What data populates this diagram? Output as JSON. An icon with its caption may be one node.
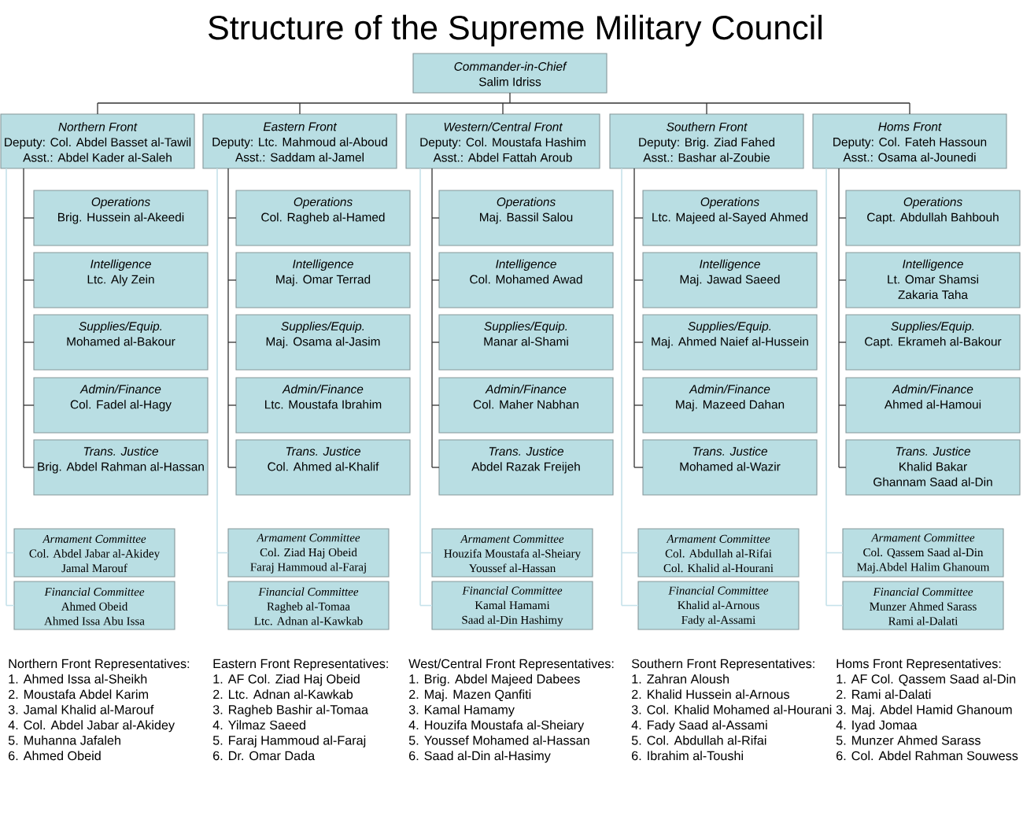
{
  "diagram": {
    "title": "Structure of the Supreme Military Council",
    "nodes": [
      {
        "text": [
          "Commander-in-Chief",
          "Salim Idriss"
        ]
      },
      {
        "text": [
          "Northern Front",
          "Deputy: Col. Abdel Basset al-Tawil",
          "Asst.: Abdel Kader al-Saleh"
        ]
      },
      {
        "text": [
          "Operations",
          "Brig. Hussein al-Akeedi"
        ]
      },
      {
        "text": [
          "Intelligence",
          "Ltc. Aly Zein"
        ]
      },
      {
        "text": [
          "Supplies/Equip.",
          "Mohamed al-Bakour"
        ]
      },
      {
        "text": [
          "Admin/Finance",
          "Col. Fadel al-Hagy"
        ]
      },
      {
        "text": [
          "Trans. Justice",
          "Brig. Abdel Rahman al-Hassan"
        ]
      },
      {
        "text": [
          "Armament Committee",
          "Col. Abdel Jabar al-Akidey",
          "Jamal Marouf"
        ]
      },
      {
        "text": [
          "Financial Committee",
          "Ahmed Obeid",
          "Ahmed Issa Abu Issa"
        ]
      },
      {
        "text": [
          "Eastern Front",
          "Deputy: Ltc. Mahmoud al-Aboud",
          "Asst.: Saddam al-Jamel"
        ]
      },
      {
        "text": [
          "Operations",
          "Col. Ragheb al-Hamed"
        ]
      },
      {
        "text": [
          "Intelligence",
          "Maj. Omar Terrad"
        ]
      },
      {
        "text": [
          "Supplies/Equip.",
          "Maj. Osama al-Jasim"
        ]
      },
      {
        "text": [
          "Admin/Finance",
          "Ltc. Moustafa Ibrahim"
        ]
      },
      {
        "text": [
          "Trans. Justice",
          "Col. Ahmed al-Khalif"
        ]
      },
      {
        "text": [
          "Armament Committee",
          "Col. Ziad Haj Obeid",
          "Faraj Hammoud al-Faraj"
        ]
      },
      {
        "text": [
          "Financial Committee",
          "Ragheb al-Tomaa",
          "Ltc. Adnan al-Kawkab"
        ]
      },
      {
        "text": [
          "Western/Central Front",
          "Deputy: Col. Moustafa Hashim",
          "Asst.: Abdel Fattah Aroub"
        ]
      },
      {
        "text": [
          "Operations",
          "Maj. Bassil Salou"
        ]
      },
      {
        "text": [
          "Intelligence",
          "Col. Mohamed Awad"
        ]
      },
      {
        "text": [
          "Supplies/Equip.",
          "Manar al-Shami"
        ]
      },
      {
        "text": [
          "Admin/Finance",
          "Col. Maher Nabhan"
        ]
      },
      {
        "text": [
          "Trans. Justice",
          "Abdel Razak Freijeh"
        ]
      },
      {
        "text": [
          "Armament Committee",
          "Houzifa Moustafa al-Sheiary",
          "Youssef al-Hassan"
        ]
      },
      {
        "text": [
          "Financial Committee",
          "Kamal Hamami",
          "Saad al-Din Hashimy"
        ]
      },
      {
        "text": [
          "Southern Front",
          "Deputy: Brig. Ziad Fahed",
          "Asst.: Bashar al-Zoubie"
        ]
      },
      {
        "text": [
          "Operations",
          "Ltc. Majeed al-Sayed Ahmed"
        ]
      },
      {
        "text": [
          "Intelligence",
          "Maj. Jawad Saeed"
        ]
      },
      {
        "text": [
          "Supplies/Equip.",
          "Maj. Ahmed Naief al-Hussein"
        ]
      },
      {
        "text": [
          "Admin/Finance",
          "Maj. Mazeed Dahan"
        ]
      },
      {
        "text": [
          "Trans. Justice",
          "Mohamed al-Wazir"
        ]
      },
      {
        "text": [
          "Armament Committee",
          "Col. Abdullah al-Rifai",
          "Col. Khalid al-Hourani"
        ]
      },
      {
        "text": [
          "Financial Committee",
          "Khalid al-Arnous",
          "Fady al-Assami"
        ]
      },
      {
        "text": [
          "Homs Front",
          "Deputy: Col. Fateh Hassoun",
          "Asst.: Osama al-Jounedi"
        ]
      },
      {
        "text": [
          "Operations",
          "Capt. Abdullah Bahbouh"
        ]
      },
      {
        "text": [
          "Intelligence",
          "Lt. Omar Shamsi",
          "Zakaria Taha"
        ]
      },
      {
        "text": [
          "Supplies/Equip.",
          "Capt. Ekrameh al-Bakour"
        ]
      },
      {
        "text": [
          "Admin/Finance",
          "Ahmed al-Hamoui"
        ]
      },
      {
        "text": [
          "Trans. Justice",
          "Khalid Bakar",
          "Ghannam Saad al-Din"
        ]
      },
      {
        "text": [
          "Armament Committee",
          "Col. Qassem Saad al-Din",
          "Maj.Abdel Halim Ghanoum"
        ]
      },
      {
        "text": [
          "Financial Committee",
          "Munzer Ahmed Sarass",
          "Rami al-Dalati"
        ]
      }
    ],
    "edges": [
      {
        "from": 0,
        "to": 1,
        "arrow": "none"
      },
      {
        "from": 0,
        "to": 9,
        "arrow": "none"
      },
      {
        "from": 0,
        "to": 17,
        "arrow": "none"
      },
      {
        "from": 0,
        "to": 25,
        "arrow": "none"
      },
      {
        "from": 0,
        "to": 33,
        "arrow": "none"
      },
      {
        "from": 1,
        "to": 2,
        "arrow": "none"
      },
      {
        "from": 1,
        "to": 3,
        "arrow": "none"
      },
      {
        "from": 1,
        "to": 4,
        "arrow": "none"
      },
      {
        "from": 1,
        "to": 5,
        "arrow": "none"
      },
      {
        "from": 1,
        "to": 6,
        "arrow": "none"
      },
      {
        "from": 1,
        "to": 7,
        "arrow": "none",
        "color": "#c6e2ea"
      },
      {
        "from": 1,
        "to": 8,
        "arrow": "none",
        "color": "#c6e2ea"
      },
      {
        "from": 9,
        "to": 10,
        "arrow": "none"
      },
      {
        "from": 9,
        "to": 11,
        "arrow": "none"
      },
      {
        "from": 9,
        "to": 12,
        "arrow": "none"
      },
      {
        "from": 9,
        "to": 13,
        "arrow": "none"
      },
      {
        "from": 9,
        "to": 14,
        "arrow": "none"
      },
      {
        "from": 9,
        "to": 15,
        "arrow": "none",
        "color": "#c6e2ea"
      },
      {
        "from": 9,
        "to": 16,
        "arrow": "none",
        "color": "#c6e2ea"
      },
      {
        "from": 17,
        "to": 18,
        "arrow": "none"
      },
      {
        "from": 17,
        "to": 19,
        "arrow": "none"
      },
      {
        "from": 17,
        "to": 20,
        "arrow": "none"
      },
      {
        "from": 17,
        "to": 21,
        "arrow": "none"
      },
      {
        "from": 17,
        "to": 22,
        "arrow": "none"
      },
      {
        "from": 17,
        "to": 23,
        "arrow": "none",
        "color": "#c6e2ea"
      },
      {
        "from": 17,
        "to": 24,
        "arrow": "none",
        "color": "#c6e2ea"
      },
      {
        "from": 25,
        "to": 26,
        "arrow": "none"
      },
      {
        "from": 25,
        "to": 27,
        "arrow": "none"
      },
      {
        "from": 25,
        "to": 28,
        "arrow": "none"
      },
      {
        "from": 25,
        "to": 29,
        "arrow": "none"
      },
      {
        "from": 25,
        "to": 30,
        "arrow": "none"
      },
      {
        "from": 25,
        "to": 31,
        "arrow": "none",
        "color": "#c6e2ea"
      },
      {
        "from": 25,
        "to": 32,
        "arrow": "none",
        "color": "#c6e2ea"
      },
      {
        "from": 33,
        "to": 34,
        "arrow": "none"
      },
      {
        "from": 33,
        "to": 35,
        "arrow": "none"
      },
      {
        "from": 33,
        "to": 36,
        "arrow": "none"
      },
      {
        "from": 33,
        "to": 37,
        "arrow": "none"
      },
      {
        "from": 33,
        "to": 38,
        "arrow": "none"
      },
      {
        "from": 33,
        "to": 39,
        "arrow": "none",
        "color": "#c6e2ea"
      },
      {
        "from": 33,
        "to": 40,
        "arrow": "none",
        "color": "#c6e2ea"
      }
    ],
    "labels": [
      "Northern Front Representatives:",
      "1. Ahmed Issa al-Sheikh",
      "2. Moustafa Abdel Karim",
      "3. Jamal Khalid al-Marouf",
      "4. Col. Abdel Jabar al-Akidey",
      "5. Muhanna Jafaleh",
      "6. Ahmed Obeid",
      "Eastern Front Representatives:",
      "1. AF Col. Ziad Haj Obeid",
      "2. Ltc. Adnan al-Kawkab",
      "3. Ragheb Bashir al-Tomaa",
      "4. Yilmaz Saeed",
      "5. Faraj Hammoud al-Faraj",
      "6. Dr. Omar Dada",
      "West/Central Front Representatives:",
      "1. Brig. Abdel Majeed Dabees",
      "2. Maj. Mazen Qanfiti",
      "3. Kamal Hamamy",
      "4. Houzifa Moustafa al-Sheiary",
      "5. Youssef Mohamed al-Hassan",
      "6. Saad al-Din al-Hasimy",
      "Southern Front Representatives:",
      "1. Zahran Aloush",
      "2. Khalid Hussein al-Arnous",
      "3. Col. Khalid Mohamed al-Hourani",
      "4. Fady Saad al-Assami",
      "5. Col. Abdullah al-Rifai",
      "6. Ibrahim al-Toushi",
      "Homs Front Representatives:",
      "1. AF Col. Qassem Saad al-Din",
      "2. Rami al-Dalati",
      "3. Maj. Abdel Hamid Ghanoum",
      "4. Iyad Jomaa",
      "5. Munzer Ahmed Sarass",
      "6. Col. Abdel Rahman Souwess"
    ]
  }
}
